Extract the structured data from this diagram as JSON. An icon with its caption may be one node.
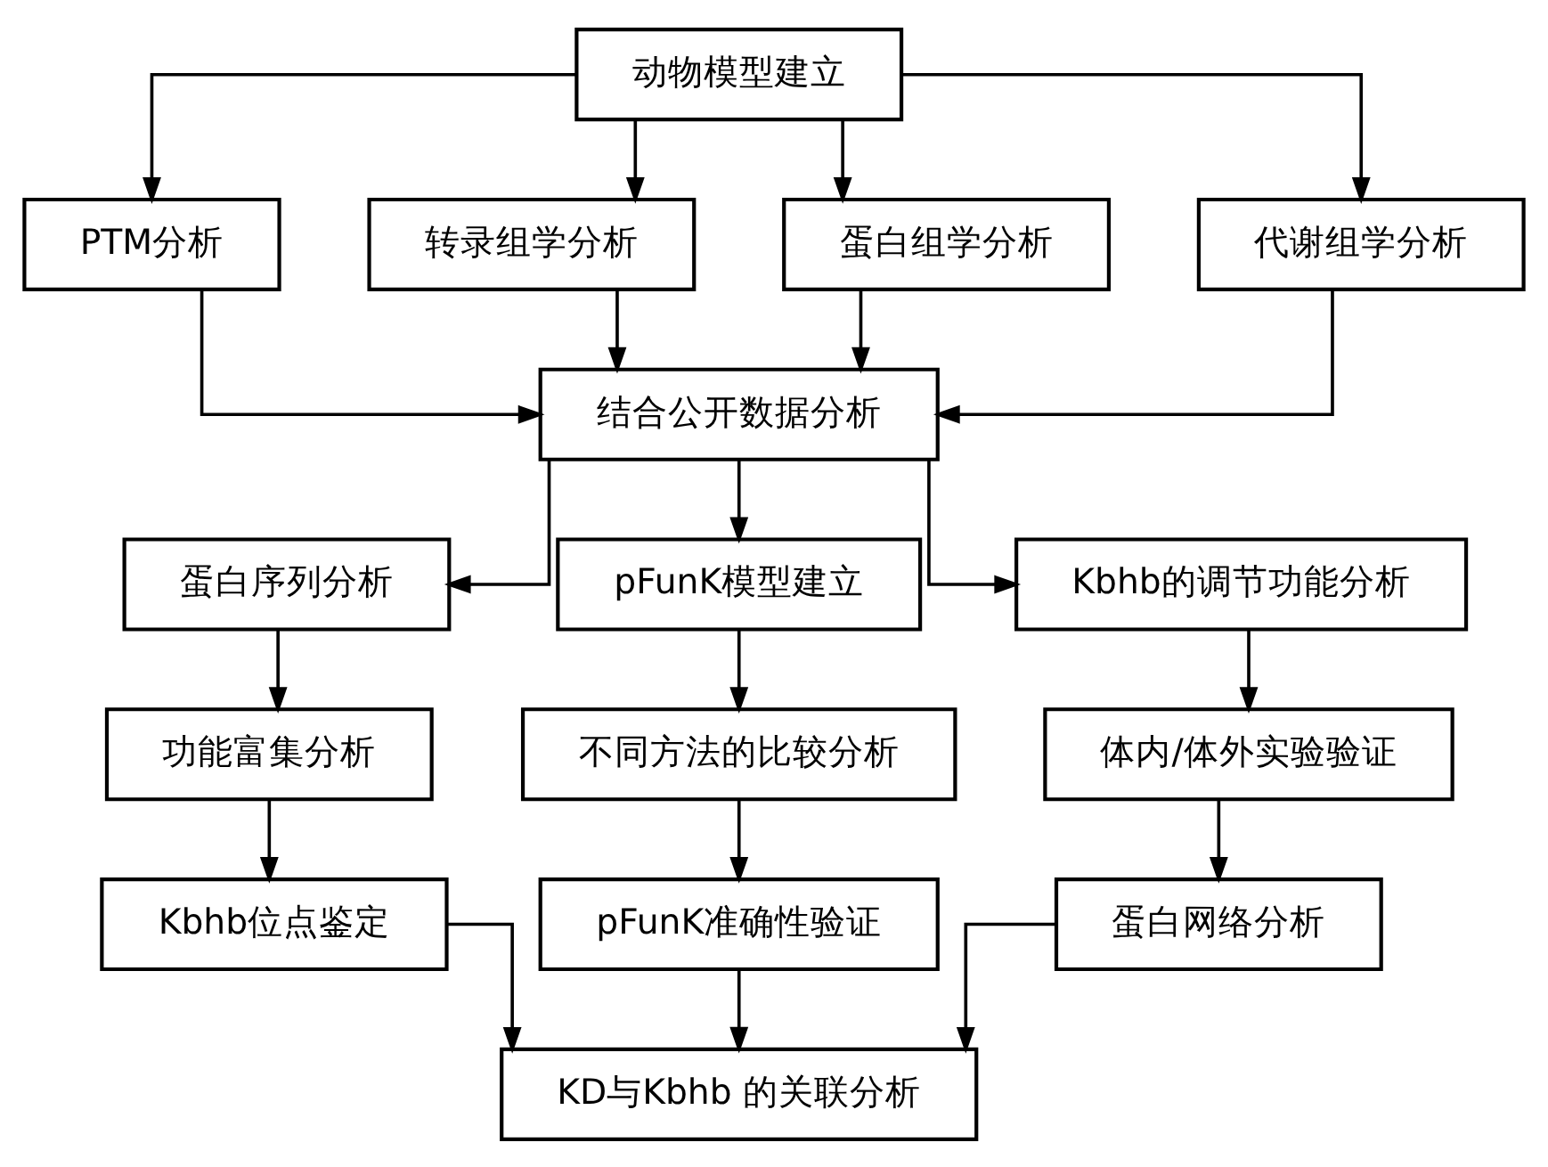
{
  "diagram": {
    "nodes": [
      {
        "text": [
          "动物模型建立"
        ]
      },
      {
        "text": [
          "PTM分析"
        ]
      },
      {
        "text": [
          "转录组学分析"
        ]
      },
      {
        "text": [
          "蛋白组学分析"
        ]
      },
      {
        "text": [
          "代谢组学分析"
        ]
      },
      {
        "text": [
          "结合公开数据分析"
        ]
      },
      {
        "text": [
          "蛋白序列分析"
        ]
      },
      {
        "text": [
          "pFunK模型建立"
        ]
      },
      {
        "text": [
          "Kbhb的调节功能分析"
        ]
      },
      {
        "text": [
          "功能富集分析"
        ]
      },
      {
        "text": [
          "不同方法的比较分析"
        ]
      },
      {
        "text": [
          "体内/体外实验验证"
        ]
      },
      {
        "text": [
          "Kbhb位点鉴定"
        ]
      },
      {
        "text": [
          "pFunK准确性验证"
        ]
      },
      {
        "text": [
          "蛋白网络分析"
        ]
      },
      {
        "text": [
          "KD与Kbhb 的关联分析"
        ]
      }
    ],
    "edges": [
      {
        "from": 0,
        "to": 1,
        "arrow": "to"
      },
      {
        "from": 0,
        "to": 2,
        "arrow": "to"
      },
      {
        "from": 0,
        "to": 3,
        "arrow": "to"
      },
      {
        "from": 0,
        "to": 4,
        "arrow": "to"
      },
      {
        "from": 1,
        "to": 5,
        "arrow": "to"
      },
      {
        "from": 2,
        "to": 5,
        "arrow": "to"
      },
      {
        "from": 3,
        "to": 5,
        "arrow": "to"
      },
      {
        "from": 4,
        "to": 5,
        "arrow": "to"
      },
      {
        "from": 5,
        "to": 6,
        "arrow": "to"
      },
      {
        "from": 5,
        "to": 7,
        "arrow": "to"
      },
      {
        "from": 5,
        "to": 8,
        "arrow": "to"
      },
      {
        "from": 6,
        "to": 9,
        "arrow": "to"
      },
      {
        "from": 7,
        "to": 10,
        "arrow": "to"
      },
      {
        "from": 8,
        "to": 11,
        "arrow": "to"
      },
      {
        "from": 9,
        "to": 12,
        "arrow": "to"
      },
      {
        "from": 10,
        "to": 13,
        "arrow": "to"
      },
      {
        "from": 11,
        "to": 14,
        "arrow": "to"
      },
      {
        "from": 12,
        "to": 15,
        "arrow": "to"
      },
      {
        "from": 13,
        "to": 15,
        "arrow": "to"
      },
      {
        "from": 14,
        "to": 15,
        "arrow": "to"
      }
    ]
  }
}
